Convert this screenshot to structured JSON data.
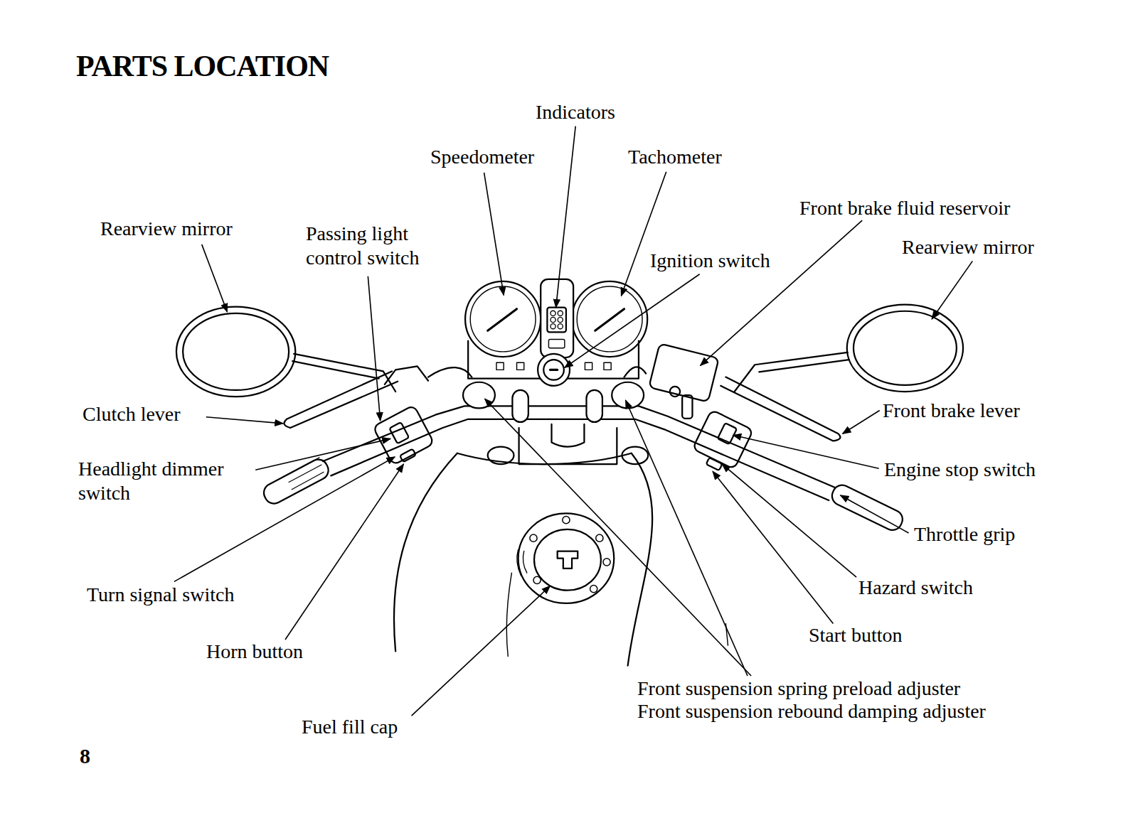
{
  "diagram": {
    "title": "PARTS LOCATION",
    "labels": [
      "Indicators",
      "Speedometer",
      "Tachometer",
      "Front brake fluid reservoir",
      "Rearview mirror",
      "Passing light control switch",
      "Ignition switch",
      "Rearview mirror",
      "Clutch lever",
      "Front brake lever",
      "Headlight dimmer switch",
      "Engine stop switch",
      "Throttle grip",
      "Turn signal switch",
      "Hazard switch",
      "Start button",
      "Horn button",
      "Front suspension spring preload adjuster",
      "Front suspension rebound damping adjuster",
      "Fuel fill cap",
      "8"
    ]
  }
}
